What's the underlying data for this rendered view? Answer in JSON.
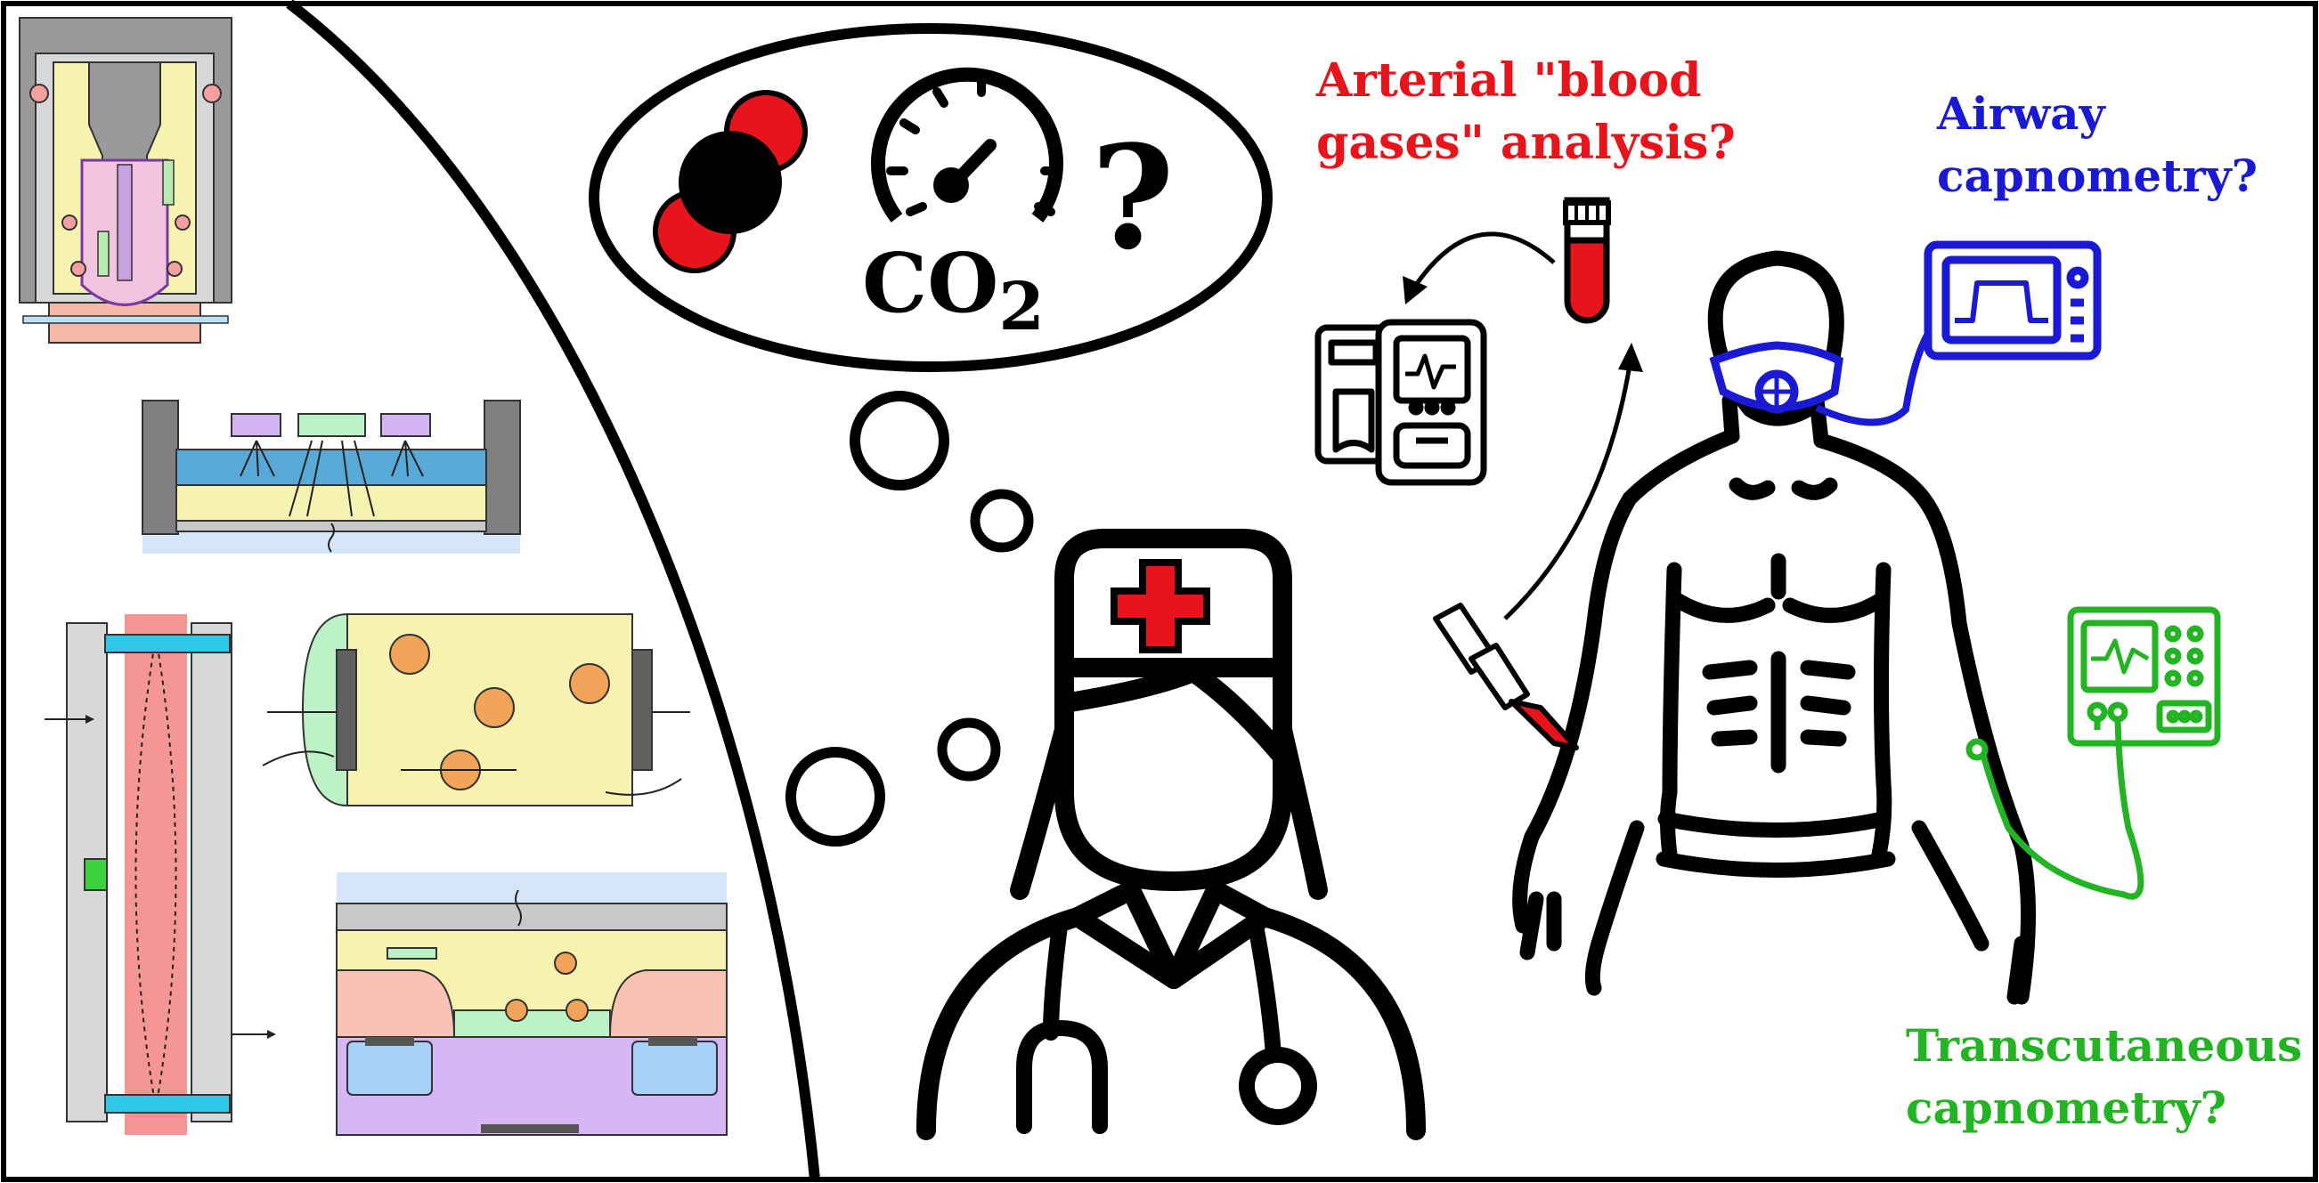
{
  "labels": {
    "arterial_line1": "Arterial \"blood",
    "arterial_line2": "gases\" analysis?",
    "airway_line1": "Airway",
    "airway_line2": "capnometry?",
    "transcutaneous_line1": "Transcutaneous",
    "transcutaneous_line2": "capnometry?",
    "co2_main": "CO",
    "co2_sub": "2",
    "question_mark": "?"
  },
  "colors": {
    "arterial": "#e8141c",
    "airway": "#1a1ad4",
    "transcutaneous": "#22b422",
    "line": "#000000",
    "cross": "#e8141c"
  },
  "icons": [
    "co2-molecule-icon",
    "pressure-gauge-icon",
    "doctor-icon",
    "stethoscope-icon",
    "medical-cross-icon",
    "blood-gas-analyzer-icon",
    "blood-sample-tube-icon",
    "arterial-needle-icon",
    "patient-body-icon",
    "breathing-mask-icon",
    "capnograph-monitor-icon",
    "transcutaneous-monitor-icon",
    "sensor-cross-section-diagram",
    "optical-sensor-diagram",
    "gas-cell-diagram",
    "diffusion-cell-diagram",
    "layered-sensor-diagram"
  ]
}
